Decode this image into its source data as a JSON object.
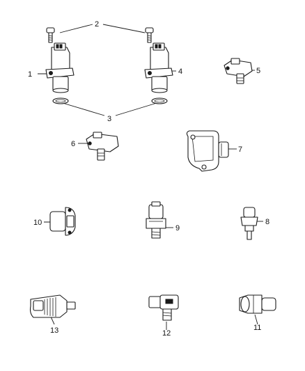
{
  "callouts": {
    "c1": "1",
    "c2": "2",
    "c3": "3",
    "c4": "4",
    "c5": "5",
    "c6": "6",
    "c7": "7",
    "c8": "8",
    "c9": "9",
    "c10": "10",
    "c11": "11",
    "c12": "12",
    "c13": "13"
  },
  "colors": {
    "line": "#1a1a1a",
    "background": "#ffffff"
  }
}
